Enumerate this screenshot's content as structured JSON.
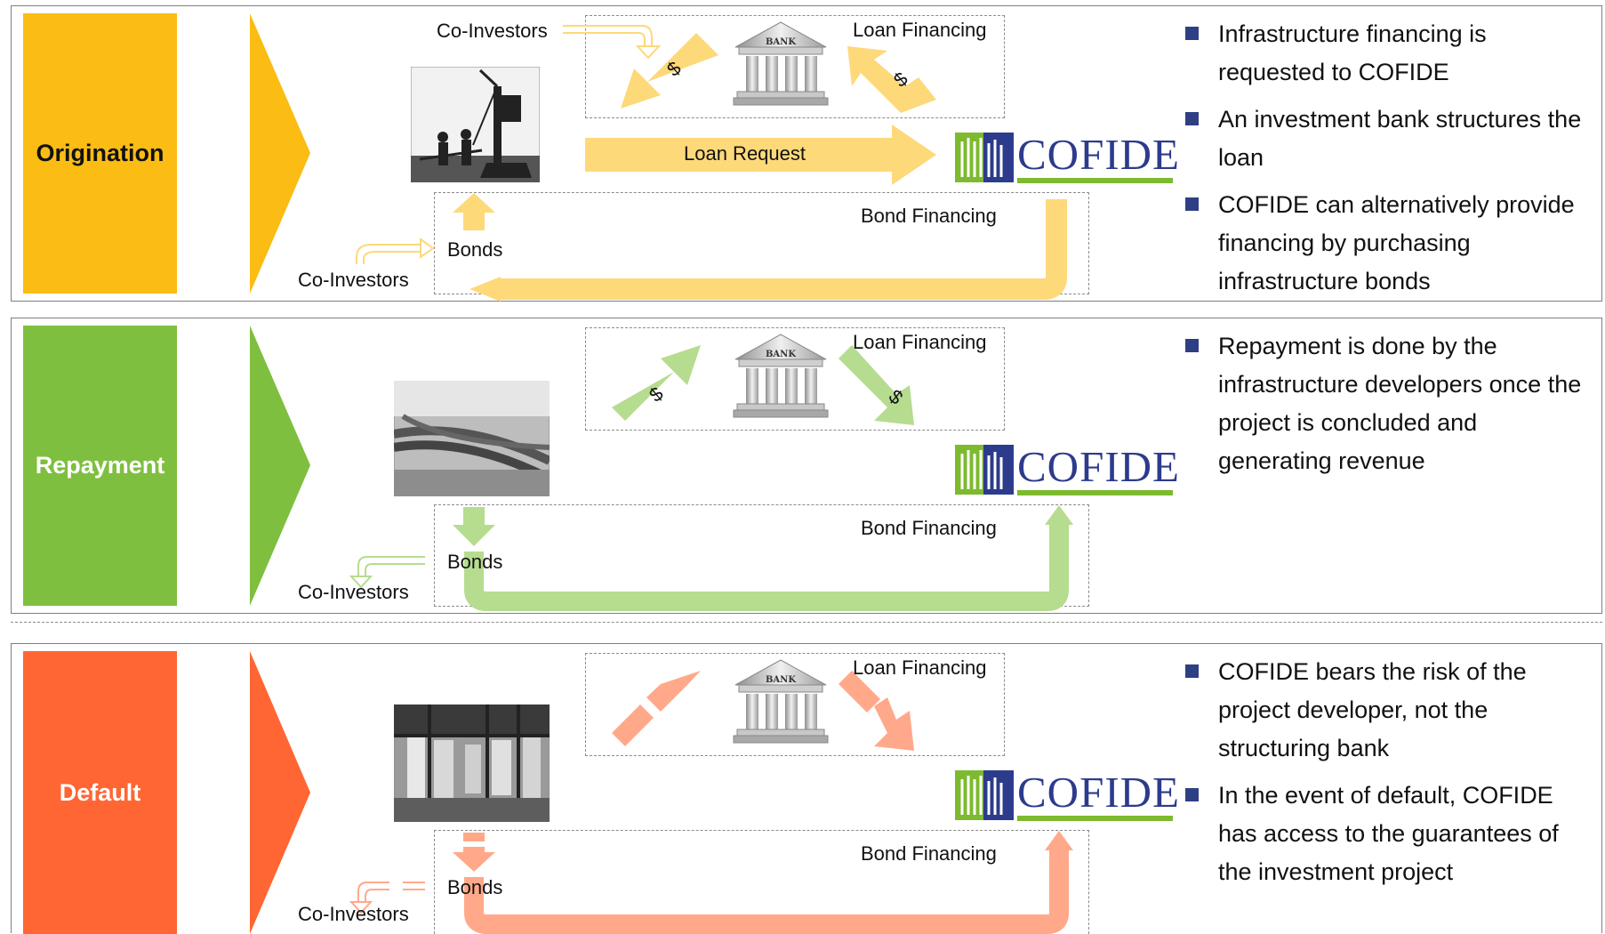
{
  "labels": {
    "loan_financing": "Loan Financing",
    "bond_financing": "Bond Financing",
    "bonds": "Bonds",
    "co_investors": "Co-Investors",
    "loan_request": "Loan Request",
    "bank": "BANK",
    "dollar": "$",
    "cofide": "COFIDE"
  },
  "colors": {
    "origination": "#fbbc13",
    "origination_light": "#fdd97a",
    "repayment": "#7fbf3f",
    "repayment_light": "#b6dc8f",
    "default": "#ff6633",
    "default_light": "#ffa98a",
    "bullet": "#2e3f84",
    "cofide_blue": "#2d3b8c",
    "cofide_green": "#7dba2f"
  },
  "origination": {
    "title": "Origination",
    "bullets": [
      "Infrastructure financing is requested to COFIDE",
      "An investment bank structures the loan",
      "COFIDE can alternatively provide financing by purchasing infrastructure  bonds"
    ]
  },
  "repayment": {
    "title": "Repayment",
    "bullets": [
      "Repayment is done by the infrastructure developers once the project is concluded and generating revenue"
    ]
  },
  "default": {
    "title": "Default",
    "bullets": [
      "COFIDE bears the risk of the project developer, not the structuring bank",
      "In the event of default, COFIDE has access to the guarantees of the investment project"
    ]
  }
}
